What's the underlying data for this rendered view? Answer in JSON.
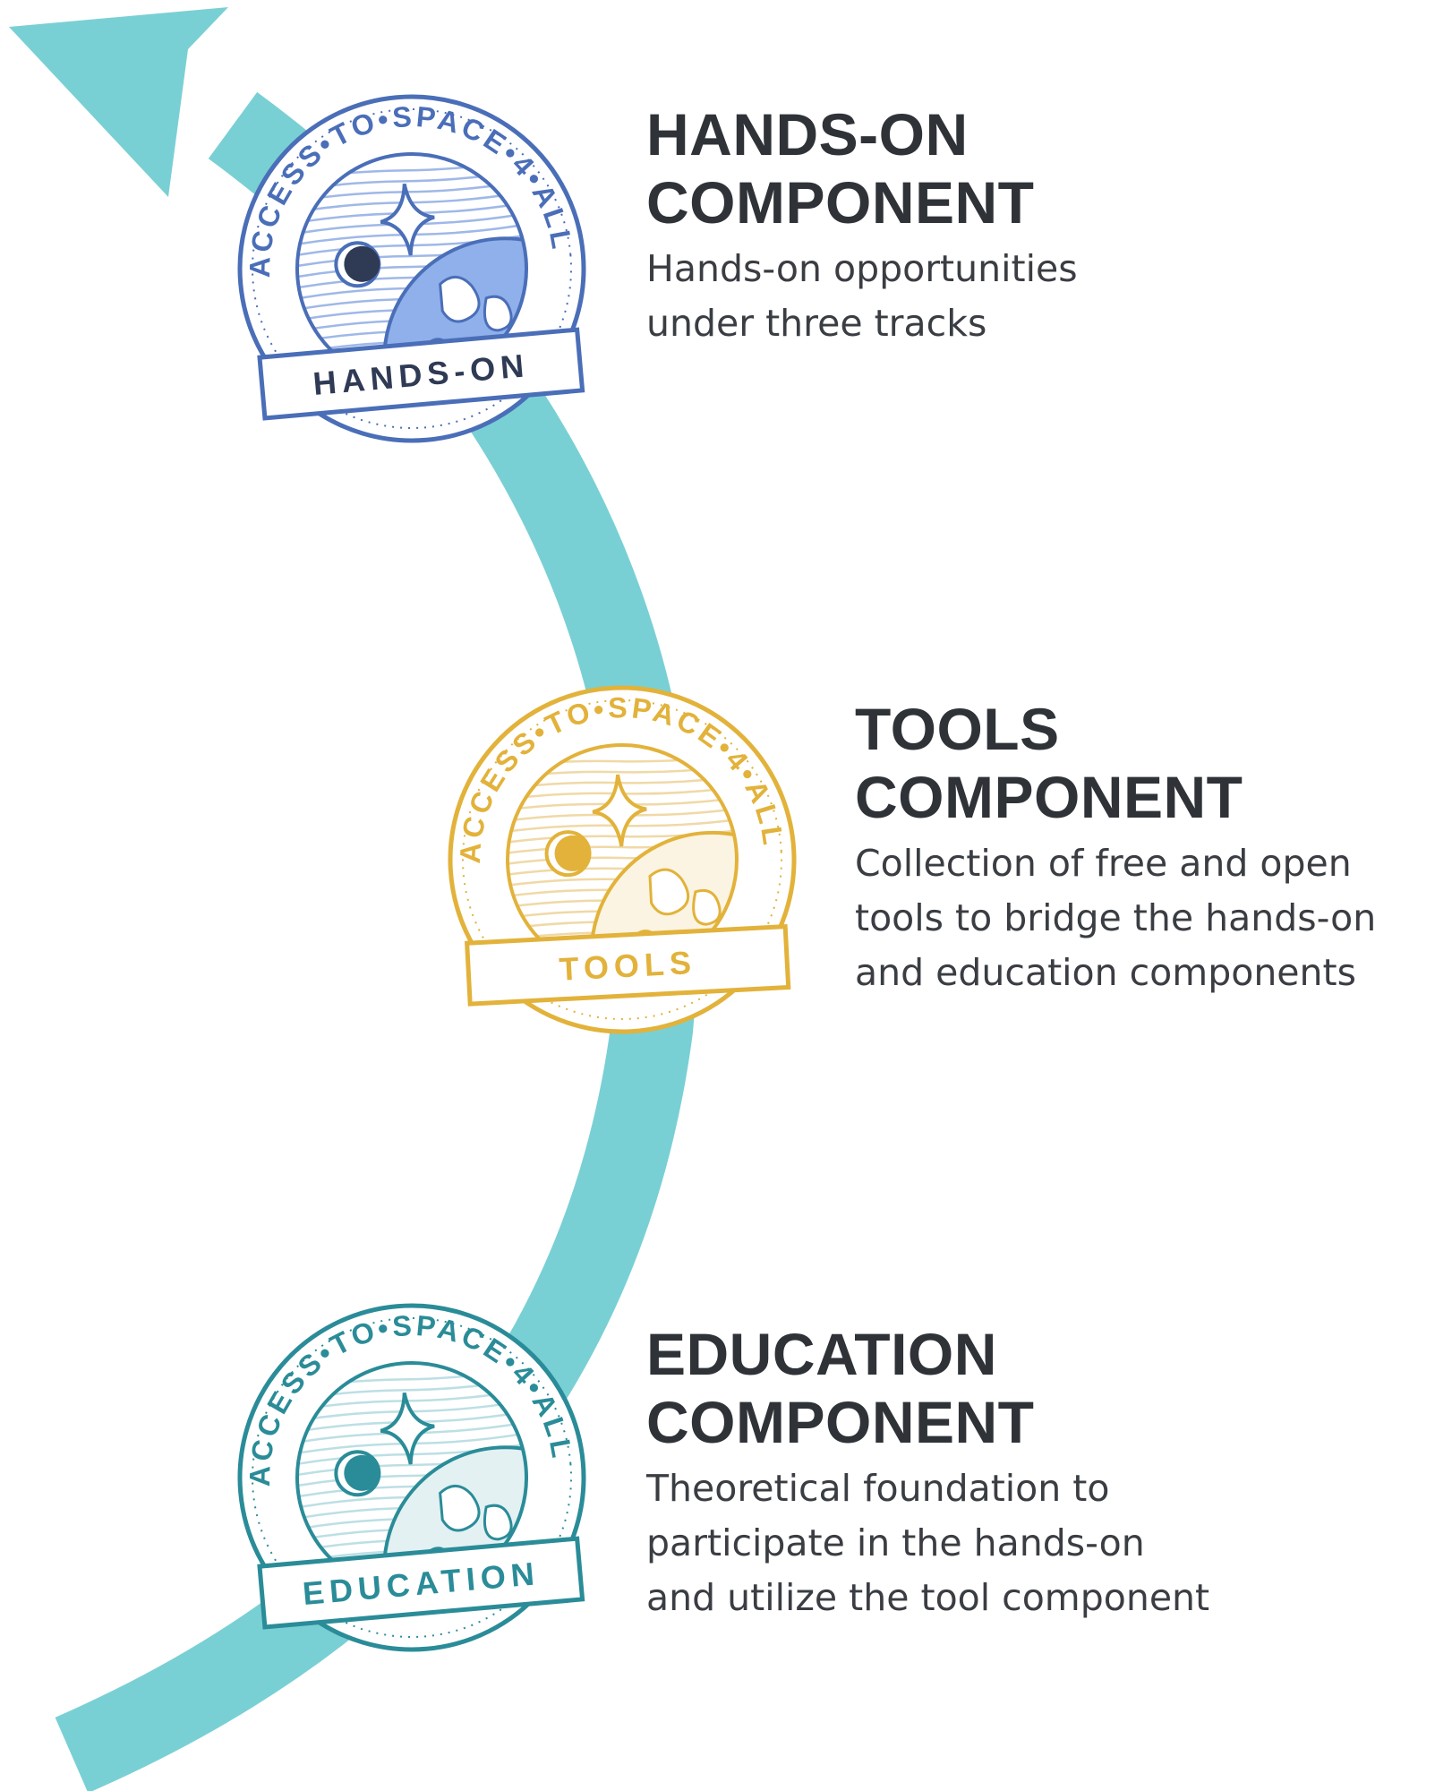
{
  "colors": {
    "arrow": "#79d0d4",
    "hands_on": "#4a6eb8",
    "hands_on_fill": "#8fb0ea",
    "tools": "#e2b23a",
    "tools_fill": "#fbf4e2",
    "education": "#2a8c98",
    "education_fill": "#e3f1f3",
    "text": "#2f3338"
  },
  "components": [
    {
      "id": "hands-on",
      "title_lines": [
        "HANDS-ON",
        "COMPONENT"
      ],
      "desc_lines": [
        "Hands-on opportunities",
        "under three tracks"
      ],
      "badge_ring_text": "ACCESS•TO•SPACE•4•ALL",
      "badge_label": "HANDS-ON"
    },
    {
      "id": "tools",
      "title_lines": [
        "TOOLS",
        "COMPONENT"
      ],
      "desc_lines": [
        "Collection of free and open",
        "tools to bridge the hands-on",
        "and education components"
      ],
      "badge_ring_text": "ACCESS•TO•SPACE•4•ALL",
      "badge_label": "TOOLS"
    },
    {
      "id": "education",
      "title_lines": [
        "EDUCATION",
        "COMPONENT"
      ],
      "desc_lines": [
        "Theoretical foundation to",
        "participate in the hands-on",
        "and utilize the tool component"
      ],
      "badge_ring_text": "ACCESS•TO•SPACE•4•ALL",
      "badge_label": "EDUCATION"
    }
  ]
}
